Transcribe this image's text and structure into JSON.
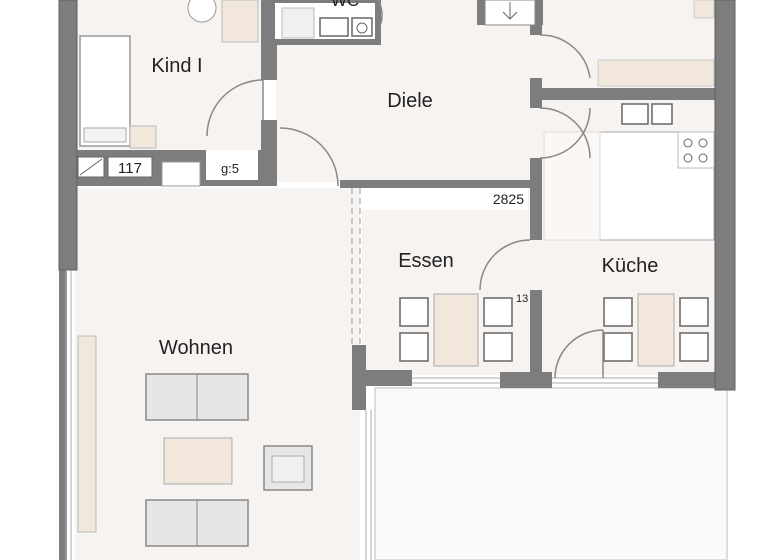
{
  "rooms": {
    "kind": "Kind I",
    "wc": "WC",
    "diele": "Diele",
    "essen": "Essen",
    "kueche": "Küche",
    "wohnen": "Wohnen"
  },
  "annotations": {
    "kind_code": "g:5",
    "meter": "117",
    "beam": "2825",
    "window_mark": "13"
  },
  "colors": {
    "wall": "#7d7d7d",
    "wall_edge": "#5f5f5f",
    "floor": "#f7f3f1",
    "terrace": "#fafafa",
    "furniture": "#e6e6e6",
    "wood": "#f1e7da"
  }
}
